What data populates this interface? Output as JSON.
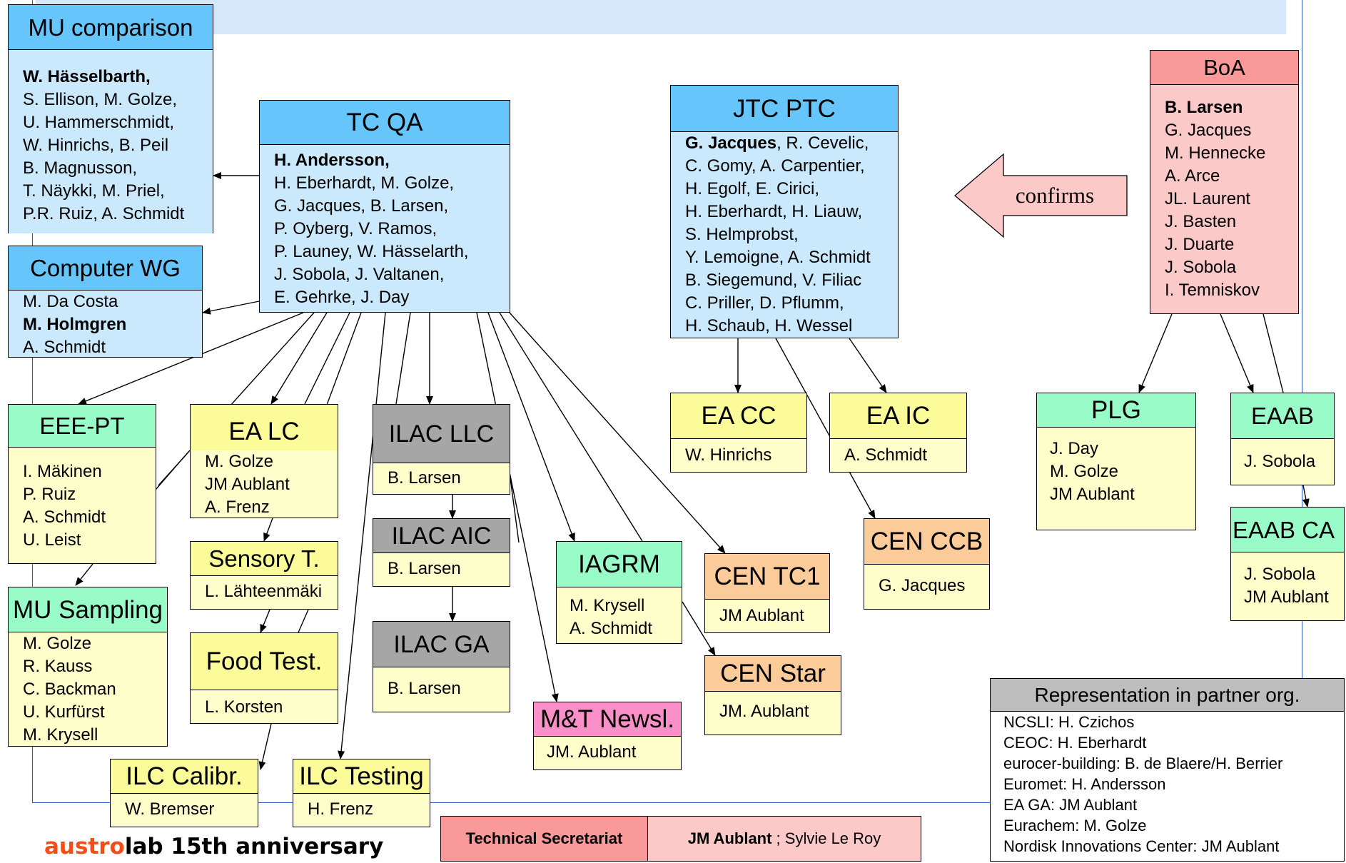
{
  "footer_brand": {
    "part1": "austro",
    "part2": "lab 15th anniversary"
  },
  "confirms_label": "confirms",
  "secretariat": {
    "label": "Technical Secretariat",
    "name": "JM Aublant",
    "rest": " ; Sylvie Le Roy"
  },
  "colors": {
    "header_blue": "#66c6fb",
    "body_blue": "#cbe9fd",
    "header_yellow": "#fbfb99",
    "body_yellow": "#fefecb",
    "header_grey": "#a6a6a6",
    "header_green": "#99fcc8",
    "header_orange": "#fbcc99",
    "header_pink": "#fb8fc9",
    "header_red": "#f99999",
    "body_red": "#fcc9c9",
    "frame_line": "#2f55c7",
    "brand_orange": "#f84c14"
  },
  "boxes": {
    "mu_comparison": {
      "title": "MU comparison",
      "lines": [
        "W. Hässelbarth,",
        "S. Ellison, M. Golze,",
        "U. Hammerschmidt,",
        "W. Hinrichs, B. Peil",
        "B. Magnusson,",
        "T. Näykki, M. Priel,",
        "P.R. Ruiz, A. Schmidt"
      ]
    },
    "computer_wg": {
      "title": "Computer WG",
      "lines": [
        "M. Da Costa",
        "M. Holmgren",
        "A. Schmidt"
      ]
    },
    "tc_qa": {
      "title": "TC QA",
      "lines": [
        "H. Andersson,",
        "H. Eberhardt, M. Golze,",
        "G. Jacques, B. Larsen,",
        "P. Oyberg, V. Ramos,",
        "P. Launey, W. Hässelarth,",
        "J. Sobola, J. Valtanen,",
        "E. Gehrke, J. Day"
      ]
    },
    "jtc_ptc": {
      "title": "JTC PTC",
      "first_bold": "G. Jacques",
      "first_rest": ", R. Cevelic,",
      "lines": [
        "C. Gomy, A. Carpentier,",
        "H. Egolf, E. Cirici,",
        "H. Eberhardt, H. Liauw,",
        "S. Helmprobst,",
        "Y. Lemoigne, A. Schmidt",
        "B. Siegemund, V. Filiac",
        "C. Priller, D. Pflumm,",
        "H. Schaub, H. Wessel"
      ]
    },
    "boa": {
      "title": "BoA",
      "lines": [
        "B. Larsen",
        "G. Jacques",
        "M. Hennecke",
        "A. Arce",
        "JL. Laurent",
        "J. Basten",
        "J. Duarte",
        "J. Sobola",
        "I. Temniskov"
      ]
    },
    "eee_pt": {
      "title": "EEE-PT",
      "lines": [
        "I. Mäkinen",
        "P. Ruiz",
        "A. Schmidt",
        "U. Leist"
      ]
    },
    "ea_lc": {
      "title": "EA LC",
      "lines": [
        "M. Golze",
        "JM Aublant",
        "A. Frenz"
      ]
    },
    "ilac_llc": {
      "title": "ILAC LLC",
      "lines": [
        "B. Larsen"
      ]
    },
    "ilac_aic": {
      "title": "ILAC AIC",
      "lines": [
        "B. Larsen"
      ]
    },
    "ilac_ga": {
      "title": "ILAC GA",
      "lines": [
        "B. Larsen"
      ]
    },
    "ea_cc": {
      "title": "EA CC",
      "lines": [
        "W. Hinrichs"
      ]
    },
    "ea_ic": {
      "title": "EA IC",
      "lines": [
        "A. Schmidt"
      ]
    },
    "plg": {
      "title": "PLG",
      "lines": [
        "J. Day",
        "M. Golze",
        "JM Aublant"
      ]
    },
    "eaab": {
      "title": "EAAB",
      "lines": [
        "J. Sobola"
      ]
    },
    "eaab_ca": {
      "title": "EAAB CA",
      "lines": [
        "J. Sobola",
        "JM Aublant"
      ]
    },
    "sensory": {
      "title": "Sensory T.",
      "lines": [
        "L. Lähteenmäki"
      ]
    },
    "mu_sampling": {
      "title": "MU Sampling",
      "lines": [
        "M. Golze",
        "R. Kauss",
        "C. Backman",
        "U. Kurfürst",
        "M. Krysell"
      ]
    },
    "food_test": {
      "title": "Food Test.",
      "lines": [
        "L. Korsten"
      ]
    },
    "iagrm": {
      "title": "IAGRM",
      "lines": [
        "M. Krysell",
        "A. Schmidt"
      ]
    },
    "cen_tc1": {
      "title": "CEN TC1",
      "lines": [
        "JM Aublant"
      ]
    },
    "cen_ccb": {
      "title": "CEN CCB",
      "lines": [
        "G. Jacques"
      ]
    },
    "cen_star": {
      "title": "CEN Star",
      "lines": [
        "JM. Aublant"
      ]
    },
    "mt_newsl": {
      "title": "M&T Newsl.",
      "lines": [
        "JM. Aublant"
      ]
    },
    "ilc_calibr": {
      "title": "ILC Calibr.",
      "lines": [
        "W. Bremser"
      ]
    },
    "ilc_testing": {
      "title": "ILC Testing",
      "lines": [
        "H. Frenz"
      ]
    },
    "representation": {
      "title": "Representation in partner org.",
      "lines": [
        "NCSLI: H. Czichos",
        "CEOC: H. Eberhardt",
        "eurocer-building: B. de Blaere/H. Berrier",
        "Euromet: H. Andersson",
        "EA GA:  JM Aublant",
        "Eurachem: M. Golze",
        "Nordisk Innovations Center: JM Aublant"
      ]
    }
  }
}
